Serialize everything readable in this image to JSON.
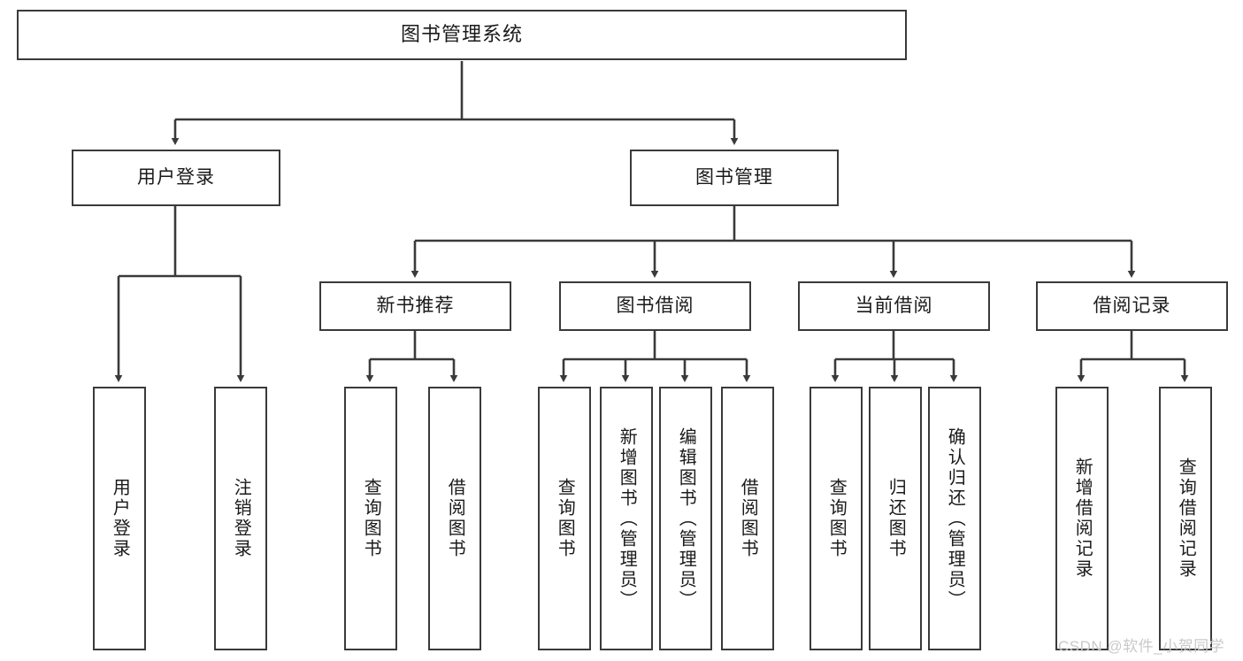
{
  "diagram": {
    "type": "tree-hierarchy",
    "title": "图书管理系统",
    "watermark": "CSDN @软件_小贺同学",
    "colors": {
      "box_border": "#3a3a3a",
      "box_fill": "#ffffff",
      "connector": "#3a3a3a",
      "text": "#1a1a1a",
      "watermark": "#c9c9c9",
      "background": "#ffffff"
    },
    "nodes": {
      "root": {
        "label": "图书管理系统",
        "orientation": "horizontal",
        "level": 0
      },
      "l1": [
        {
          "id": "user-login",
          "label": "用户登录",
          "orientation": "horizontal",
          "level": 1
        },
        {
          "id": "book-manage",
          "label": "图书管理",
          "orientation": "horizontal",
          "level": 1
        }
      ],
      "l2": [
        {
          "id": "new-book-rec",
          "label": "新书推荐",
          "orientation": "horizontal",
          "level": 2,
          "parent": "book-manage"
        },
        {
          "id": "book-borrow",
          "label": "图书借阅",
          "orientation": "horizontal",
          "level": 2,
          "parent": "book-manage"
        },
        {
          "id": "current-borrow",
          "label": "当前借阅",
          "orientation": "horizontal",
          "level": 2,
          "parent": "book-manage"
        },
        {
          "id": "borrow-record",
          "label": "借阅记录",
          "orientation": "horizontal",
          "level": 2,
          "parent": "book-manage"
        }
      ],
      "leaves": [
        {
          "id": "leaf-user-login",
          "label": "用户登录",
          "orientation": "vertical",
          "parent": "user-login"
        },
        {
          "id": "leaf-logout",
          "label": "注销登录",
          "orientation": "vertical",
          "parent": "user-login"
        },
        {
          "id": "leaf-query-book-1",
          "label": "查询图书",
          "orientation": "vertical",
          "parent": "new-book-rec"
        },
        {
          "id": "leaf-borrow-book-1",
          "label": "借阅图书",
          "orientation": "vertical",
          "parent": "new-book-rec"
        },
        {
          "id": "leaf-query-book-2",
          "label": "查询图书",
          "orientation": "vertical",
          "parent": "book-borrow"
        },
        {
          "id": "leaf-add-book",
          "label": "新增图书（管理员）",
          "orientation": "vertical",
          "parent": "book-borrow"
        },
        {
          "id": "leaf-edit-book",
          "label": "编辑图书（管理员）",
          "orientation": "vertical",
          "parent": "book-borrow"
        },
        {
          "id": "leaf-borrow-book-2",
          "label": "借阅图书",
          "orientation": "vertical",
          "parent": "book-borrow"
        },
        {
          "id": "leaf-query-book-3",
          "label": "查询图书",
          "orientation": "vertical",
          "parent": "current-borrow"
        },
        {
          "id": "leaf-return-book",
          "label": "归还图书",
          "orientation": "vertical",
          "parent": "current-borrow"
        },
        {
          "id": "leaf-confirm-return",
          "label": "确认归还（管理员）",
          "orientation": "vertical",
          "parent": "current-borrow"
        },
        {
          "id": "leaf-add-record",
          "label": "新增借阅记录",
          "orientation": "vertical",
          "parent": "borrow-record"
        },
        {
          "id": "leaf-query-record",
          "label": "查询借阅记录",
          "orientation": "vertical",
          "parent": "borrow-record"
        }
      ]
    }
  }
}
